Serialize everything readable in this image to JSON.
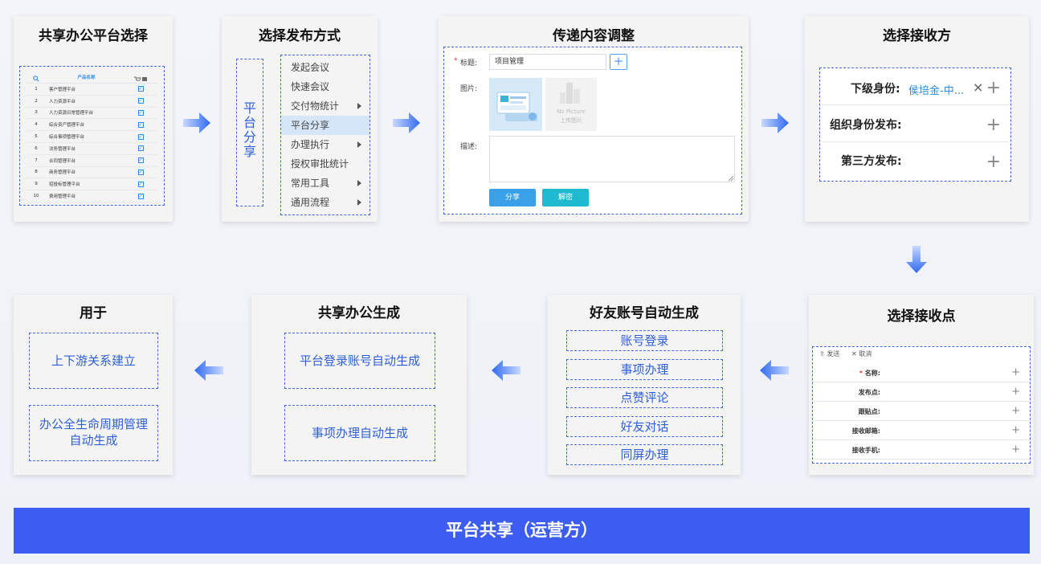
{
  "card1": {
    "title": "共享办公平台选择",
    "table": {
      "header": "产品名称",
      "rows": [
        {
          "num": "1",
          "name": "客户管理平台"
        },
        {
          "num": "2",
          "name": "人力资源平台"
        },
        {
          "num": "3",
          "name": "人力资源日常管理平台"
        },
        {
          "num": "4",
          "name": "综合资产管理平台"
        },
        {
          "num": "5",
          "name": "综合事项管理平台"
        },
        {
          "num": "6",
          "name": "法务管理平台"
        },
        {
          "num": "7",
          "name": "合同管理平台"
        },
        {
          "num": "8",
          "name": "商务管理平台"
        },
        {
          "num": "9",
          "name": "招投标管理平台"
        },
        {
          "num": "10",
          "name": "费用管理平台"
        }
      ]
    }
  },
  "card2": {
    "title": "选择发布方式",
    "vertical_label": "平台分享",
    "menu": [
      {
        "label": "发起会议",
        "caret": false,
        "active": false
      },
      {
        "label": "快速会议",
        "caret": false,
        "active": false
      },
      {
        "label": "交付物统计",
        "caret": true,
        "active": false
      },
      {
        "label": "平台分享",
        "caret": false,
        "active": true
      },
      {
        "label": "办理执行",
        "caret": true,
        "active": false
      },
      {
        "label": "授权审批统计",
        "caret": false,
        "active": false
      },
      {
        "label": "常用工具",
        "caret": true,
        "active": false
      },
      {
        "label": "通用流程",
        "caret": true,
        "active": false
      }
    ]
  },
  "card3": {
    "title": "传递内容调整",
    "title_label": "标题:",
    "title_value": "项目管理",
    "image_label": "图片:",
    "placeholder_line1": "No Picture",
    "placeholder_line2": "上传图片",
    "desc_label": "描述:",
    "btn_share": "分享",
    "btn_unlock": "解密"
  },
  "card4": {
    "title": "选择接收方",
    "rows": [
      {
        "label": "下级身份:",
        "value": "侯培金-中..."
      },
      {
        "label": "组织身份发布:",
        "value": ""
      },
      {
        "label": "第三方发布:",
        "value": ""
      }
    ]
  },
  "card5": {
    "title": "选择接收点",
    "toolbar_send": "发送",
    "toolbar_cancel": "取消",
    "rows": [
      {
        "label": "名称:",
        "required": true
      },
      {
        "label": "发布点:",
        "required": false
      },
      {
        "label": "跟贴点:",
        "required": false
      },
      {
        "label": "接收邮箱:",
        "required": false
      },
      {
        "label": "接收手机:",
        "required": false
      }
    ]
  },
  "card6": {
    "title": "好友账号自动生成",
    "items": [
      "账号登录",
      "事项办理",
      "点赞评论",
      "好友对话",
      "同屏办理"
    ]
  },
  "card7": {
    "title": "共享办公生成",
    "items": [
      "平台登录账号自动生成",
      "事项办理自动生成"
    ]
  },
  "card8": {
    "title": "用于",
    "items": [
      "上下游关系建立",
      "办公全生命周期管理自动生成"
    ]
  },
  "footer": {
    "label": "平台共享（运营方）"
  },
  "colors": {
    "accent": "#3f67e0",
    "footer_bg": "#3c5df0",
    "share_btn": "#3aa0e8",
    "unlock_btn": "#1fbad0"
  }
}
